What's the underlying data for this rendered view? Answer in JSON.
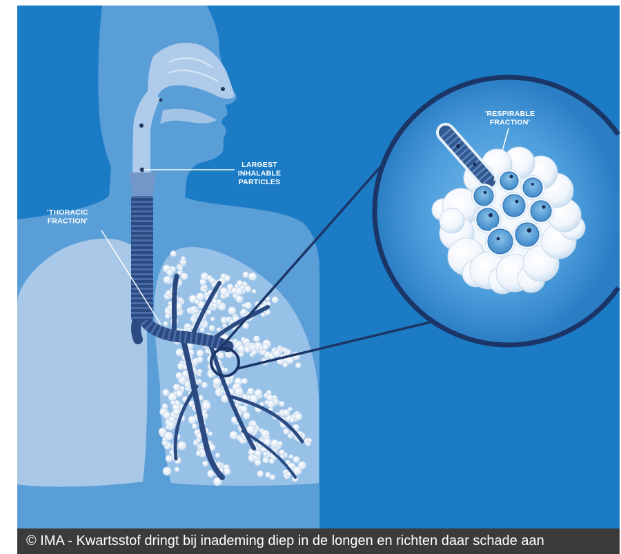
{
  "labels": {
    "largest_inhalable_particles": [
      "LARGEST",
      "INHALABLE",
      "PARTICLES"
    ],
    "thoracic_fraction": [
      "'THORACIC",
      "FRACTION'"
    ],
    "respirable_fraction": [
      "'RESPIRABLE",
      "FRACTION'"
    ]
  },
  "caption": {
    "text": "© IMA - Kwartsstof dringt bij inademing diep in de longen en richten daar schade aan"
  },
  "colors": {
    "background": "#1b7bc4",
    "body": "#5a9ed8",
    "left_lung": "#a9c7e7",
    "right_lung": "#98c1e8",
    "airway_dark": "#2b4a82",
    "zoom_ring": "#1b3567",
    "label_text": "#ffffff",
    "caption_bar": "#3b3b3b"
  }
}
